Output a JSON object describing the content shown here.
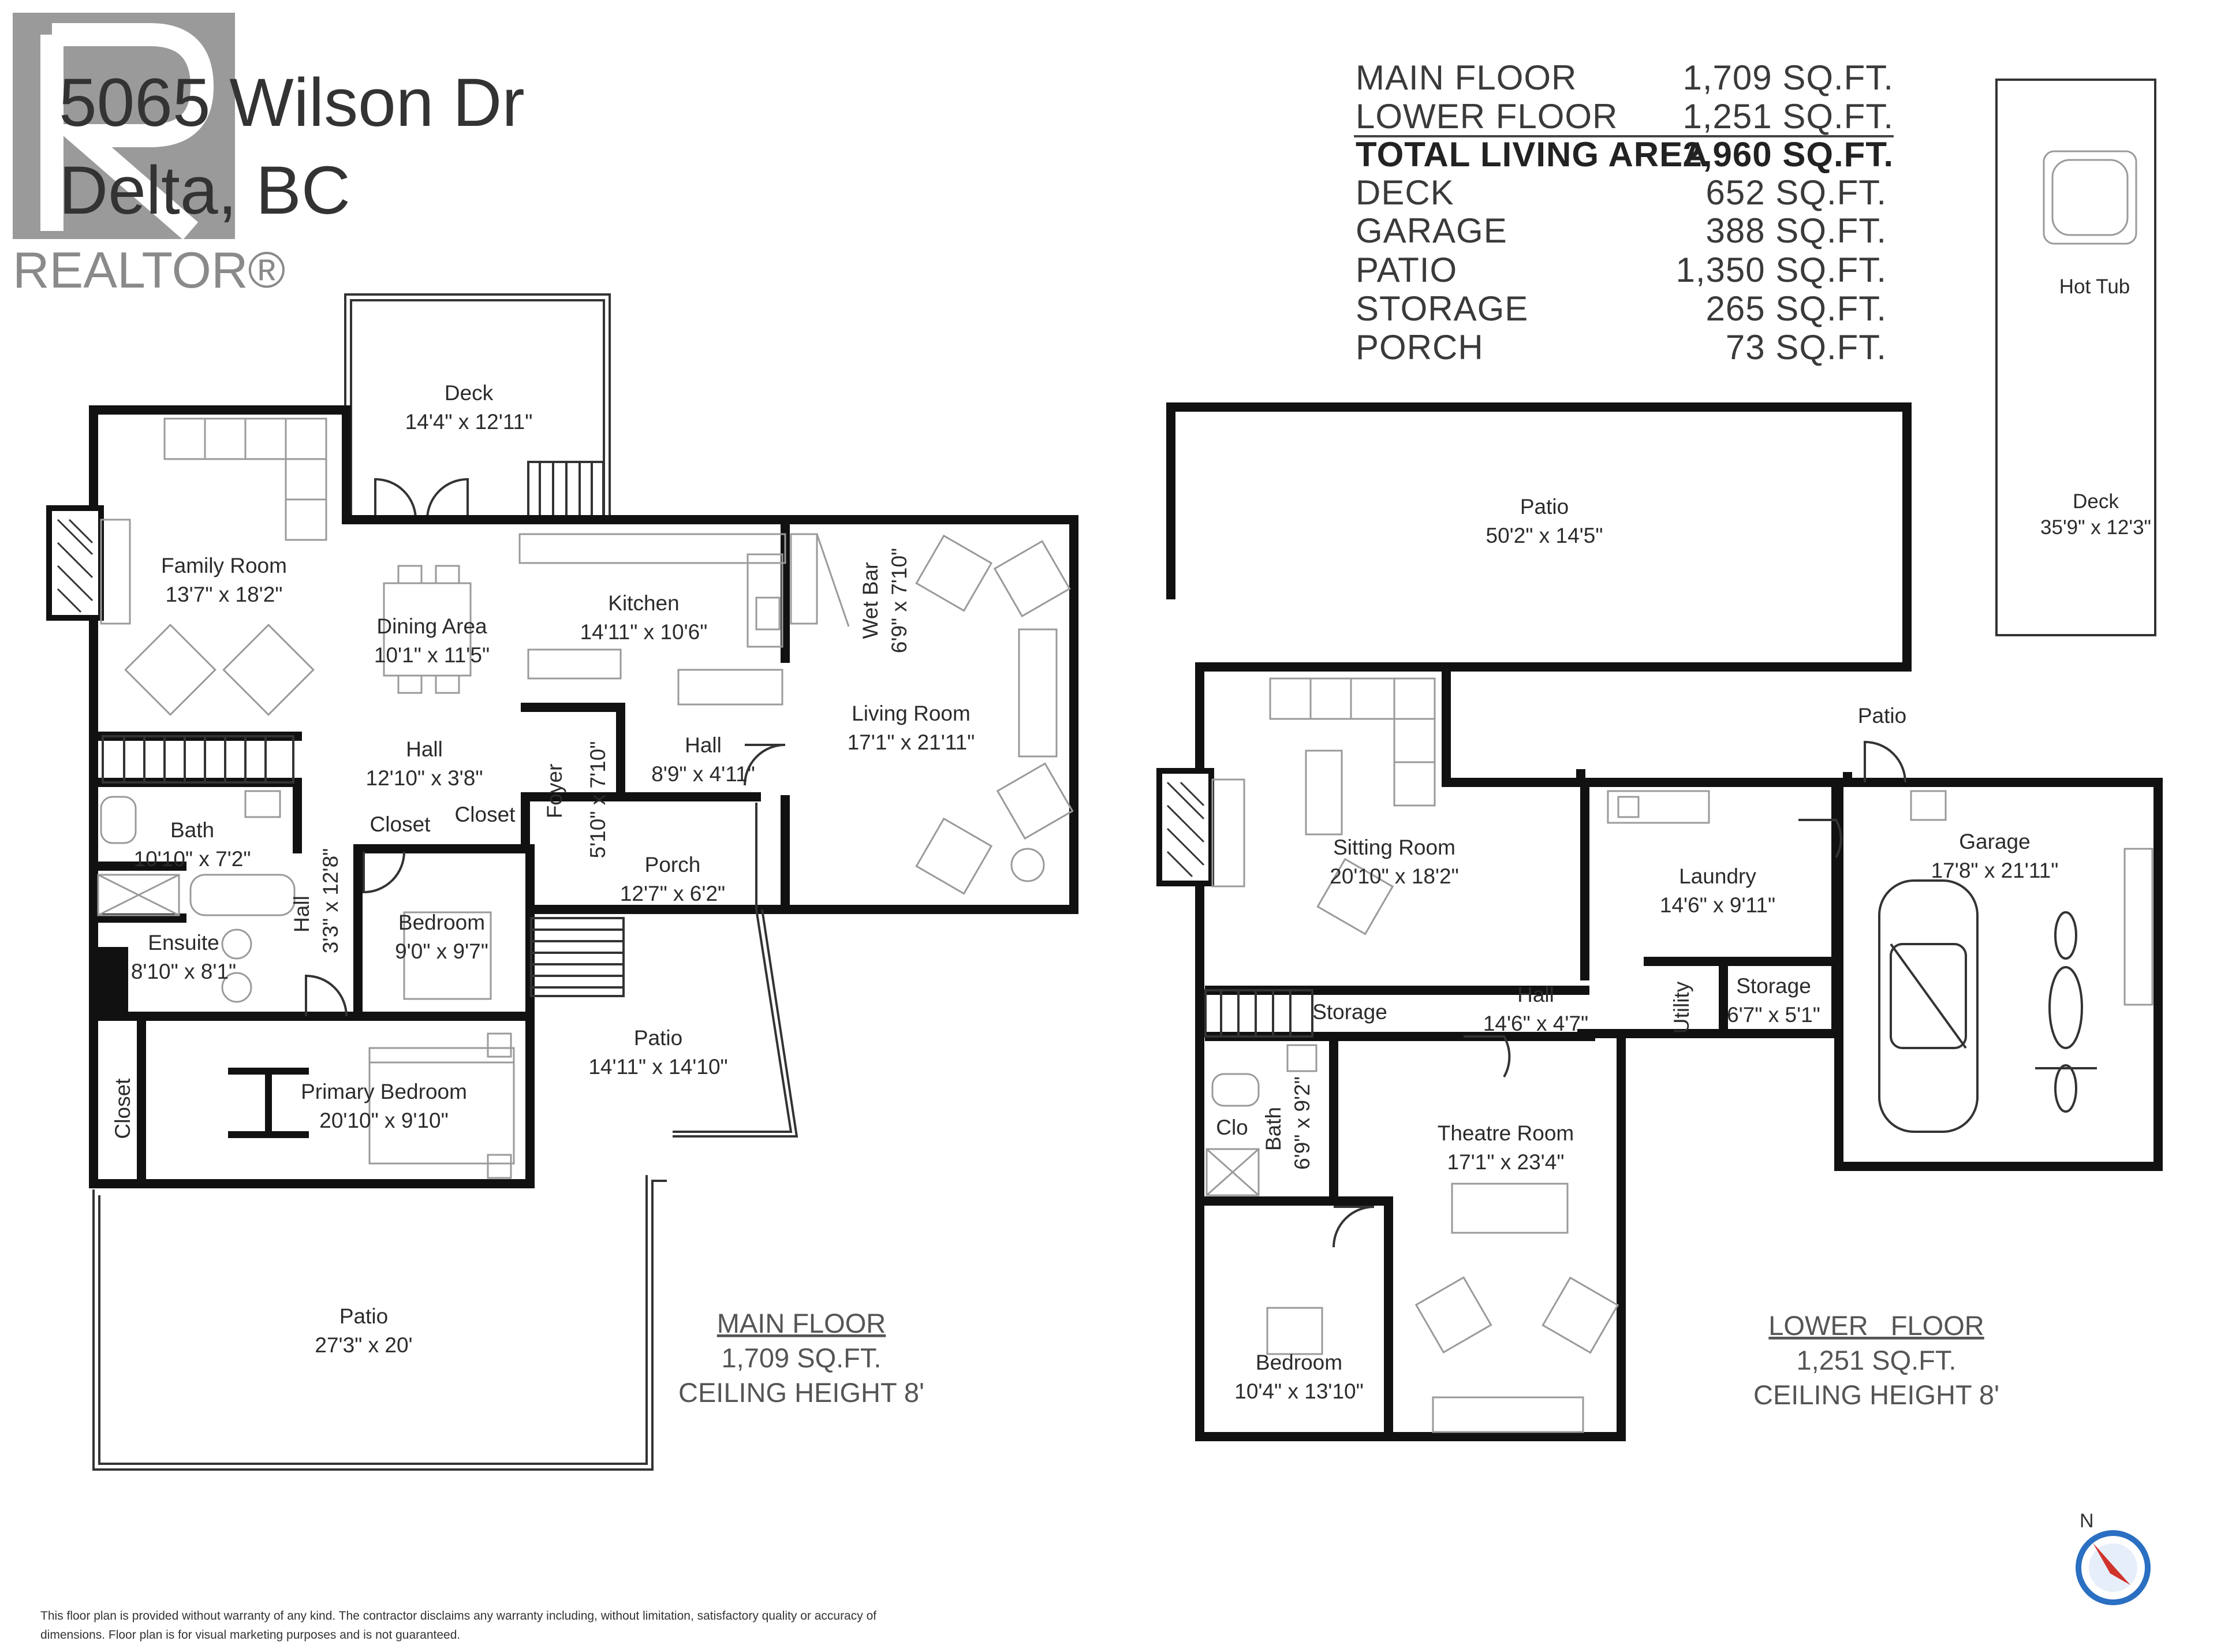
{
  "header": {
    "address_line1": "5065 Wilson Dr",
    "address_line2": "Delta, BC",
    "realtor_mark": "REALTOR®"
  },
  "area_table": [
    {
      "label": "MAIN FLOOR",
      "value": "1,709 SQ.FT."
    },
    {
      "label": "LOWER FLOOR",
      "value": "1,251 SQ.FT."
    },
    {
      "label": "TOTAL LIVING AREA",
      "value": "2,960 SQ.FT."
    },
    {
      "label": "DECK",
      "value": "652 SQ.FT."
    },
    {
      "label": "GARAGE",
      "value": "388 SQ.FT."
    },
    {
      "label": "PATIO",
      "value": "1,350 SQ.FT."
    },
    {
      "label": "STORAGE",
      "value": "265 SQ.FT."
    },
    {
      "label": "PORCH",
      "value": "73 SQ.FT."
    }
  ],
  "main_floor": {
    "title": "MAIN FLOOR",
    "area": "1,709 SQ.FT.",
    "ceiling": "CEILING HEIGHT  8'",
    "rooms": [
      {
        "id": "deck",
        "name": "Deck",
        "dims": "14'4\" x 12'11\""
      },
      {
        "id": "family-room",
        "name": "Family Room",
        "dims": "13'7\" x 18'2\""
      },
      {
        "id": "dining-area",
        "name": "Dining Area",
        "dims": "10'1\" x 11'5\""
      },
      {
        "id": "kitchen",
        "name": "Kitchen",
        "dims": "14'11\" x 10'6\""
      },
      {
        "id": "wet-bar",
        "name": "Wet Bar",
        "dims": "6'9\" x 7'10\""
      },
      {
        "id": "living-room",
        "name": "Living Room",
        "dims": "17'1\" x 21'11\""
      },
      {
        "id": "hall-a",
        "name": "Hall",
        "dims": "12'10\" x 3'8\""
      },
      {
        "id": "hall-b",
        "name": "Hall",
        "dims": "8'9\" x 4'11\""
      },
      {
        "id": "foyer",
        "name": "Foyer",
        "dims": "5'10\" x 7'10\""
      },
      {
        "id": "bath",
        "name": "Bath",
        "dims": "10'10\" x 7'2\""
      },
      {
        "id": "closet-a",
        "name": "Closet",
        "dims": ""
      },
      {
        "id": "closet-b",
        "name": "Closet",
        "dims": ""
      },
      {
        "id": "porch",
        "name": "Porch",
        "dims": "12'7\" x 6'2\""
      },
      {
        "id": "hall-c",
        "name": "Hall",
        "dims": "3'3\" x 12'8\""
      },
      {
        "id": "bedroom",
        "name": "Bedroom",
        "dims": "9'0\" x 9'7\""
      },
      {
        "id": "ensuite",
        "name": "Ensuite",
        "dims": "8'10\" x 8'1\""
      },
      {
        "id": "patio-a",
        "name": "Patio",
        "dims": "14'11\" x 14'10\""
      },
      {
        "id": "closet-c",
        "name": "Closet",
        "dims": ""
      },
      {
        "id": "primary-bedroom",
        "name": "Primary Bedroom",
        "dims": "20'10\" x 9'10\""
      },
      {
        "id": "patio-b",
        "name": "Patio",
        "dims": "27'3\" x 20'"
      }
    ]
  },
  "lower_floor": {
    "title": "LOWER   FLOOR",
    "area": "1,251 SQ.FT.",
    "ceiling": "CEILING HEIGHT  8'",
    "rooms": [
      {
        "id": "hot-tub",
        "name": "Hot Tub",
        "dims": ""
      },
      {
        "id": "deck",
        "name": "Deck",
        "dims": "35'9\" x 12'3\""
      },
      {
        "id": "patio-a",
        "name": "Patio",
        "dims": "50'2\" x 14'5\""
      },
      {
        "id": "patio-b",
        "name": "Patio",
        "dims": ""
      },
      {
        "id": "sitting-room",
        "name": "Sitting Room",
        "dims": "20'10\" x 18'2\""
      },
      {
        "id": "laundry",
        "name": "Laundry",
        "dims": "14'6\" x 9'11\""
      },
      {
        "id": "garage",
        "name": "Garage",
        "dims": "17'8\" x 21'11\""
      },
      {
        "id": "storage-a",
        "name": "Storage",
        "dims": ""
      },
      {
        "id": "hall",
        "name": "Hall",
        "dims": "14'6\" x 4'7\""
      },
      {
        "id": "utility",
        "name": "Utility",
        "dims": ""
      },
      {
        "id": "storage-b",
        "name": "Storage",
        "dims": "6'7\" x 5'1\""
      },
      {
        "id": "bath",
        "name": "Bath",
        "dims": "6'9\" x 9'2\""
      },
      {
        "id": "clo",
        "name": "Clo",
        "dims": ""
      },
      {
        "id": "theatre-room",
        "name": "Theatre Room",
        "dims": "17'1\" x 23'4\""
      },
      {
        "id": "bedroom",
        "name": "Bedroom",
        "dims": "10'4\" x 13'10\""
      }
    ]
  },
  "compass": {
    "label": "N"
  },
  "disclaimer": {
    "line1": "This floor plan is provided without warranty of any kind. The contractor disclaims any warranty including, without limitation, satisfactory quality or accuracy of",
    "line2": "dimensions. Floor plan is for visual marketing purposes and is not guaranteed."
  },
  "colors": {
    "wall": "#111111",
    "text": "#333333",
    "compass_arrow": "#d0332b",
    "compass_ring": "#2a6fc1"
  }
}
